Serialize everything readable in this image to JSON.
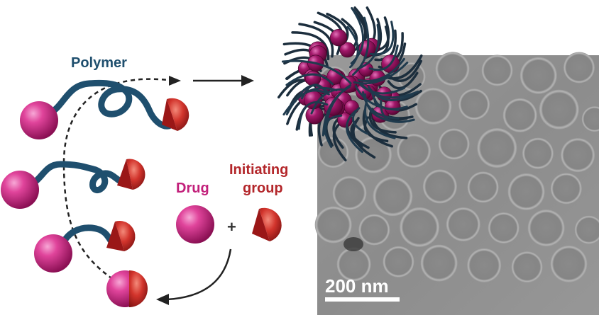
{
  "labels": {
    "polymer": "Polymer",
    "drug": "Drug",
    "initiating_line1": "Initiating",
    "initiating_line2": "group",
    "plus": "+",
    "scale_bar": "200 nm"
  },
  "colors": {
    "polymer": "#1f4f6e",
    "drug": "#c21f7a",
    "initiating_group": "#b3262a",
    "tem_background": "#8f8f8f"
  }
}
